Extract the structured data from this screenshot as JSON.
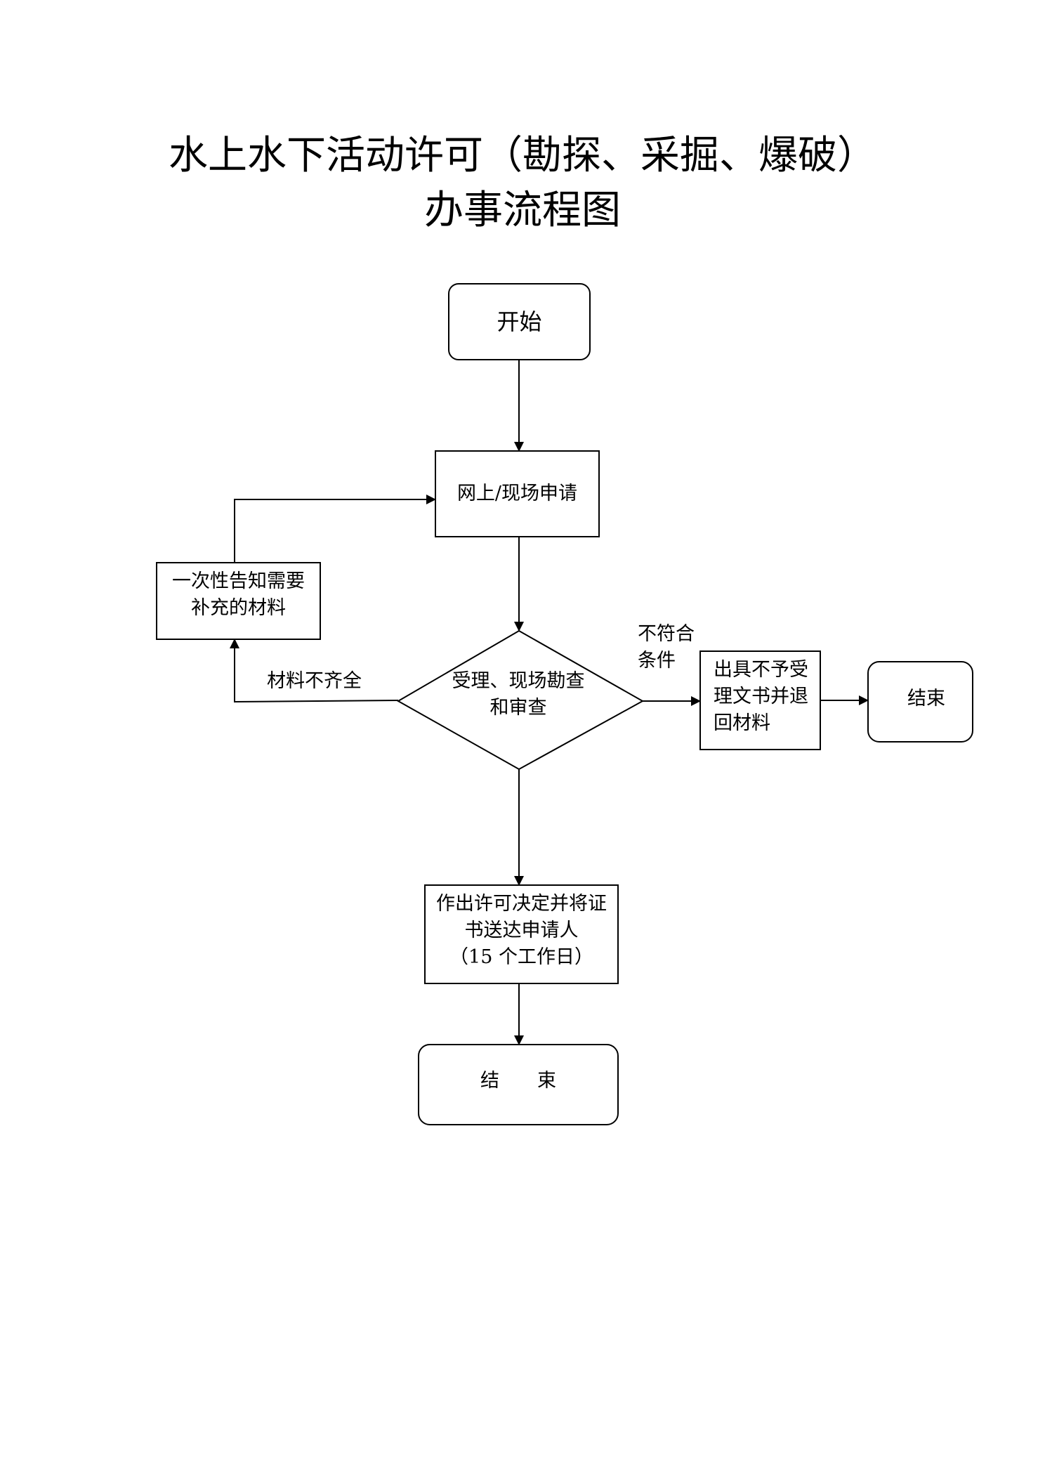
{
  "title": {
    "line1": "水上水下活动许可（勘探、采掘、爆破）",
    "line2": "办事流程图"
  },
  "nodes": {
    "start": "开始",
    "apply": "网上/现场申请",
    "supplement": [
      "一次性告知需要",
      "补充的材料"
    ],
    "review": [
      "受理、现场勘查",
      "和审查"
    ],
    "reject": [
      "出具不予受",
      "理文书并退",
      "回材料"
    ],
    "end_reject": "结束",
    "approve": [
      "作出许可决定并将证",
      "书送达申请人",
      "（15 个工作日）"
    ],
    "end": "结　　束"
  },
  "edge_labels": {
    "incomplete": "材料不齐全",
    "not_qualified": [
      "不符合",
      "条件"
    ]
  }
}
